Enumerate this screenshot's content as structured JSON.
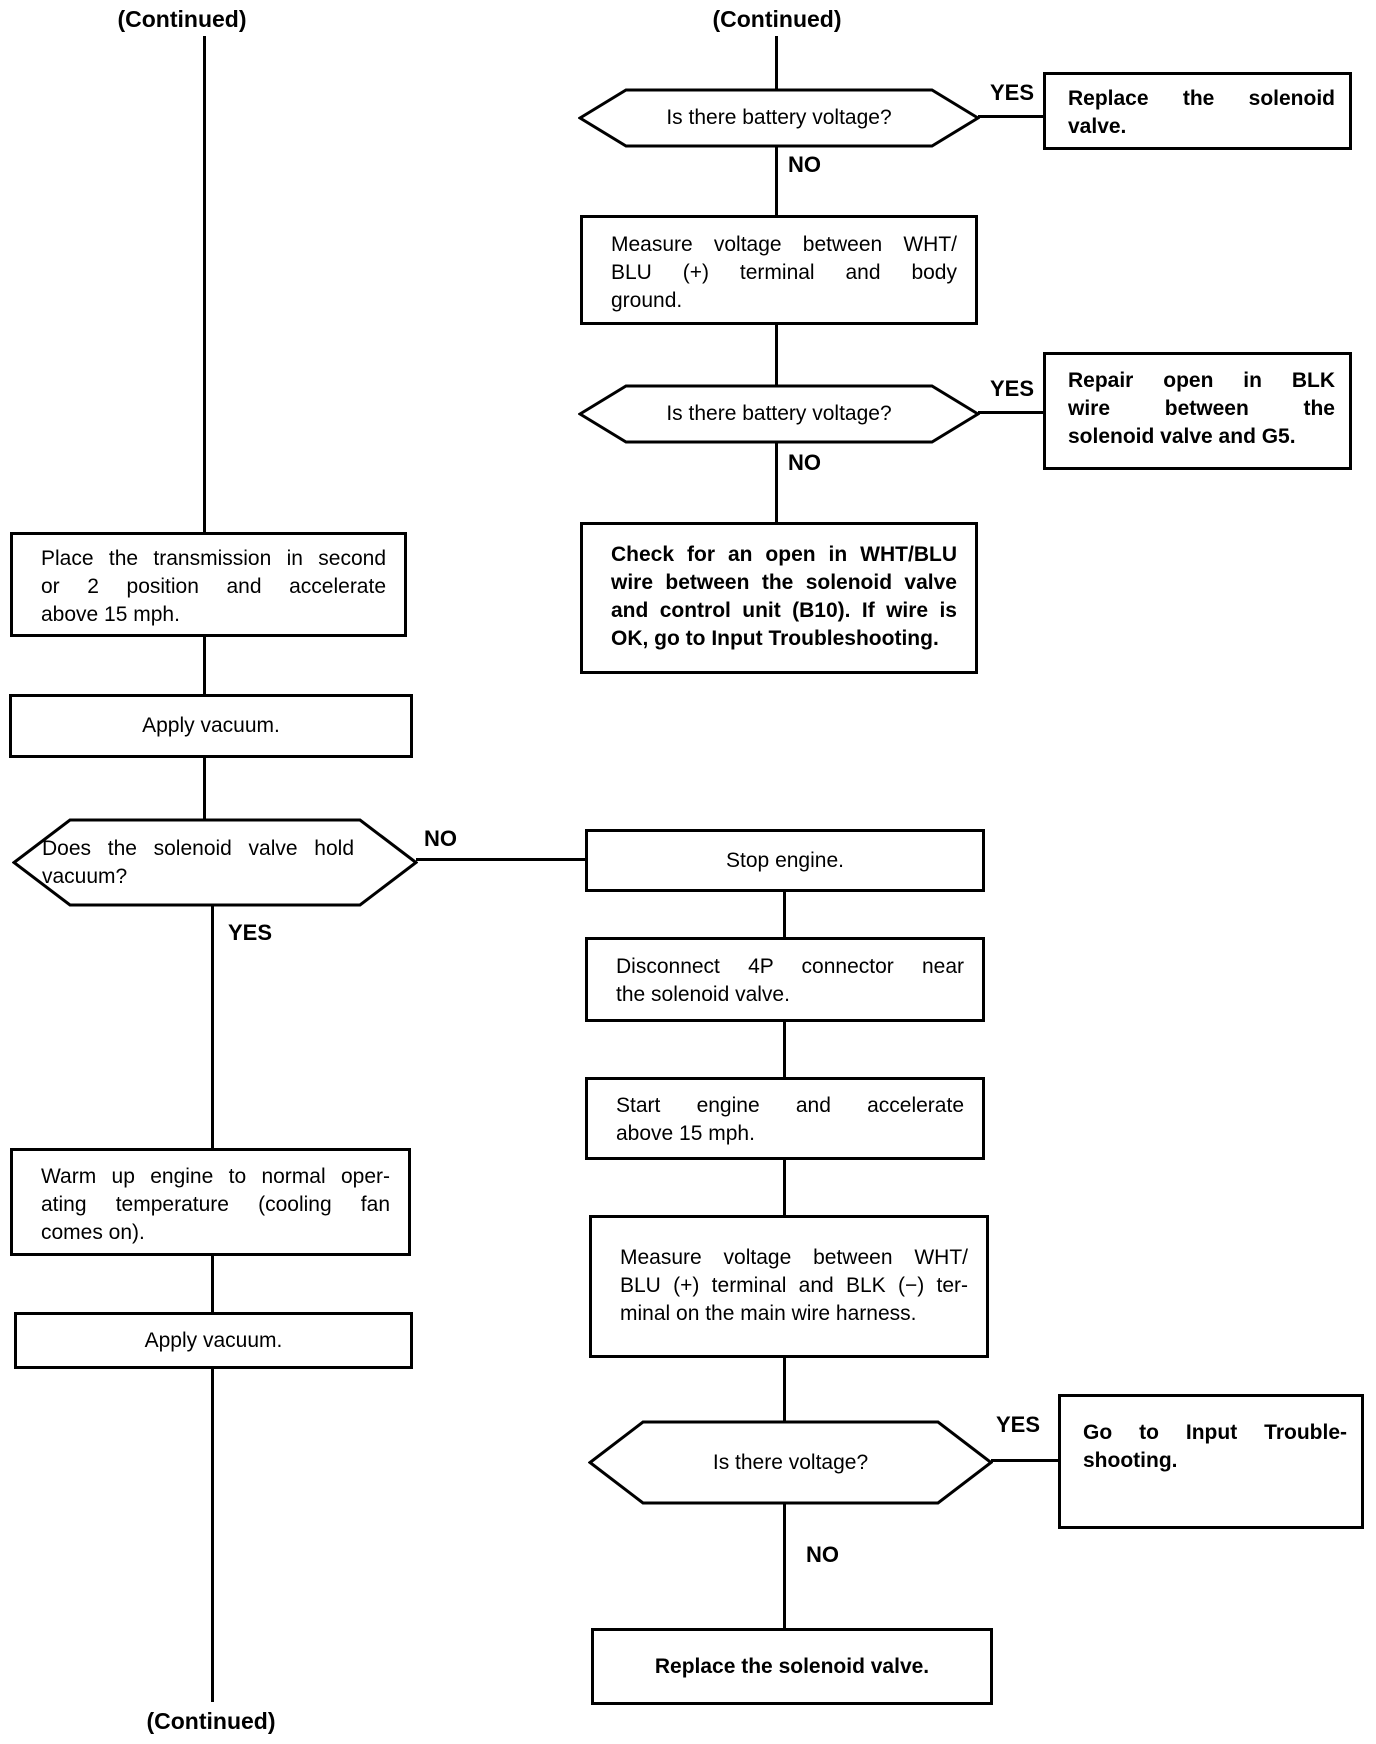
{
  "palette": {
    "ink": "#000000",
    "paper": "#ffffff"
  },
  "left": {
    "continued_top": "(Continued)",
    "place_box": {
      "lines": [
        "Place the transmission in second",
        "or 2 position and accelerate",
        "above 15 mph."
      ]
    },
    "apply_box_1": {
      "label": "Apply vacuum."
    },
    "hold_hex": {
      "lines": [
        "Does the solenoid valve hold",
        "vacuum?"
      ],
      "no_label": "NO",
      "yes_label": "YES"
    },
    "warm_box": {
      "lines": [
        "Warm up engine to normal oper-",
        "ating temperature (cooling fan",
        "comes on)."
      ]
    },
    "apply_box_2": {
      "label": "Apply vacuum."
    },
    "continued_bottom": "(Continued)"
  },
  "right": {
    "continued_top": "(Continued)",
    "battery_hex_1": {
      "label": "Is there battery voltage?",
      "yes_label": "YES",
      "no_label": "NO"
    },
    "replace_box_1": {
      "lines": [
        "Replace the solenoid",
        "valve."
      ]
    },
    "measure_ground_box": {
      "lines": [
        "Measure voltage between WHT/",
        "BLU (+) terminal and body",
        "ground."
      ]
    },
    "battery_hex_2": {
      "label": "Is there battery voltage?",
      "yes_label": "YES",
      "no_label": "NO"
    },
    "repair_box": {
      "lines": [
        "Repair open in BLK",
        "wire between the",
        "solenoid valve and G5."
      ]
    },
    "check_box": {
      "lines": [
        "Check for an open in WHT/BLU",
        "wire between the solenoid valve",
        "and control unit (B10). If wire is",
        "OK, go to Input Troubleshooting."
      ]
    },
    "stop_box": {
      "label": "Stop engine."
    },
    "disconnect_box": {
      "lines": [
        "Disconnect 4P connector near",
        "the solenoid valve."
      ]
    },
    "start_box": {
      "lines": [
        "Start engine and accelerate",
        "above 15 mph."
      ]
    },
    "measure_harness_box": {
      "lines": [
        "Measure voltage between WHT/",
        "BLU (+) terminal and BLK (−) ter-",
        "minal on the main wire harness."
      ]
    },
    "voltage_hex": {
      "label": "Is there voltage?",
      "yes_label": "YES",
      "no_label": "NO"
    },
    "goto_box": {
      "lines": [
        "Go to Input Trouble-",
        "shooting."
      ]
    },
    "replace_box_2": {
      "label": "Replace the solenoid valve."
    }
  }
}
